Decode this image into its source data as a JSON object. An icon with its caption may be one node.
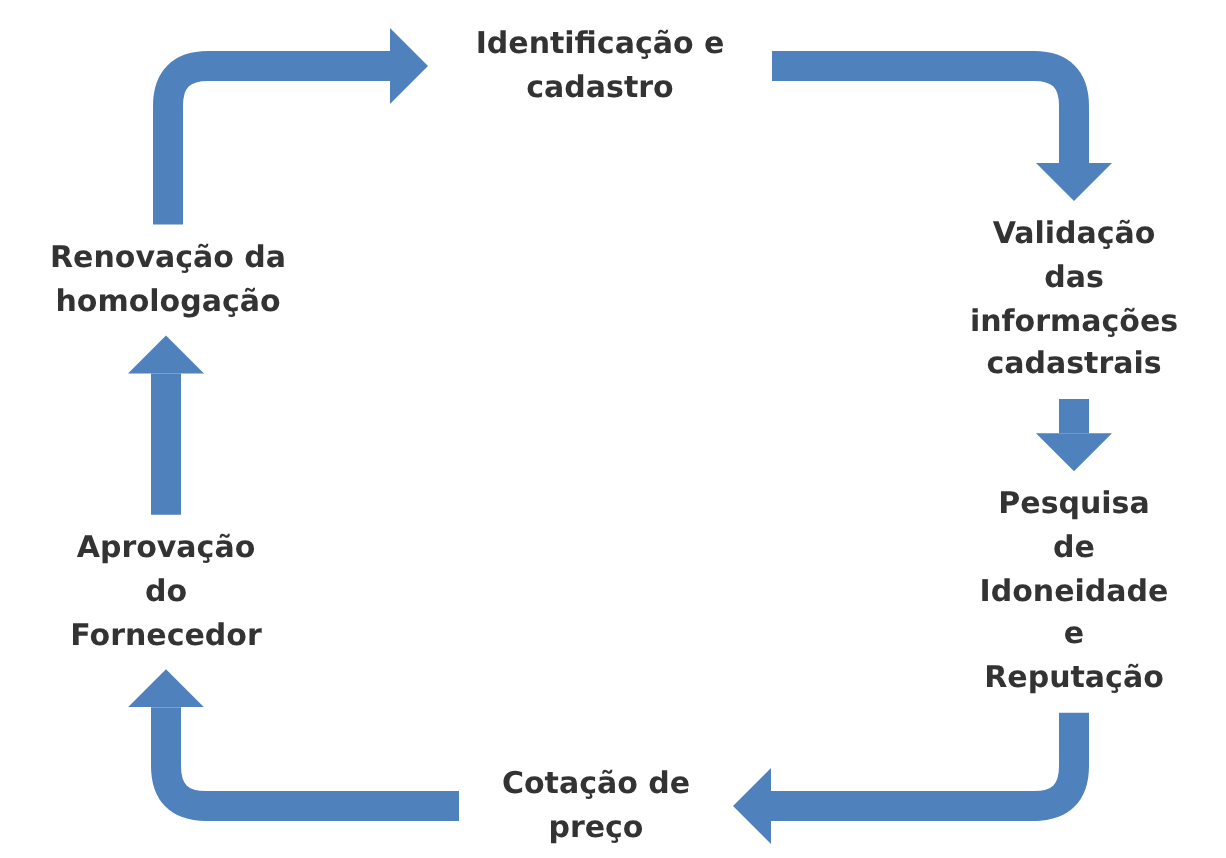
{
  "diagram": {
    "nodes": [
      {
        "text": [
          "Identificação e cadastro"
        ]
      },
      {
        "text": [
          "Validação das informações cadastrais"
        ]
      },
      {
        "text": [
          "Pesquisa de Idoneidade e Reputação"
        ]
      },
      {
        "text": [
          "Cotação de preço"
        ]
      },
      {
        "text": [
          "Aprovação do Fornecedor"
        ]
      },
      {
        "text": [
          "Renovação da homologação"
        ]
      }
    ],
    "edges": [
      {
        "from": 0,
        "to": 1,
        "arrow": "to"
      },
      {
        "from": 1,
        "to": 2,
        "arrow": "to"
      },
      {
        "from": 2,
        "to": 3,
        "arrow": "to"
      },
      {
        "from": 3,
        "to": 4,
        "arrow": "to"
      },
      {
        "from": 4,
        "to": 5,
        "arrow": "to"
      },
      {
        "from": 5,
        "to": 0,
        "arrow": "to"
      }
    ]
  }
}
